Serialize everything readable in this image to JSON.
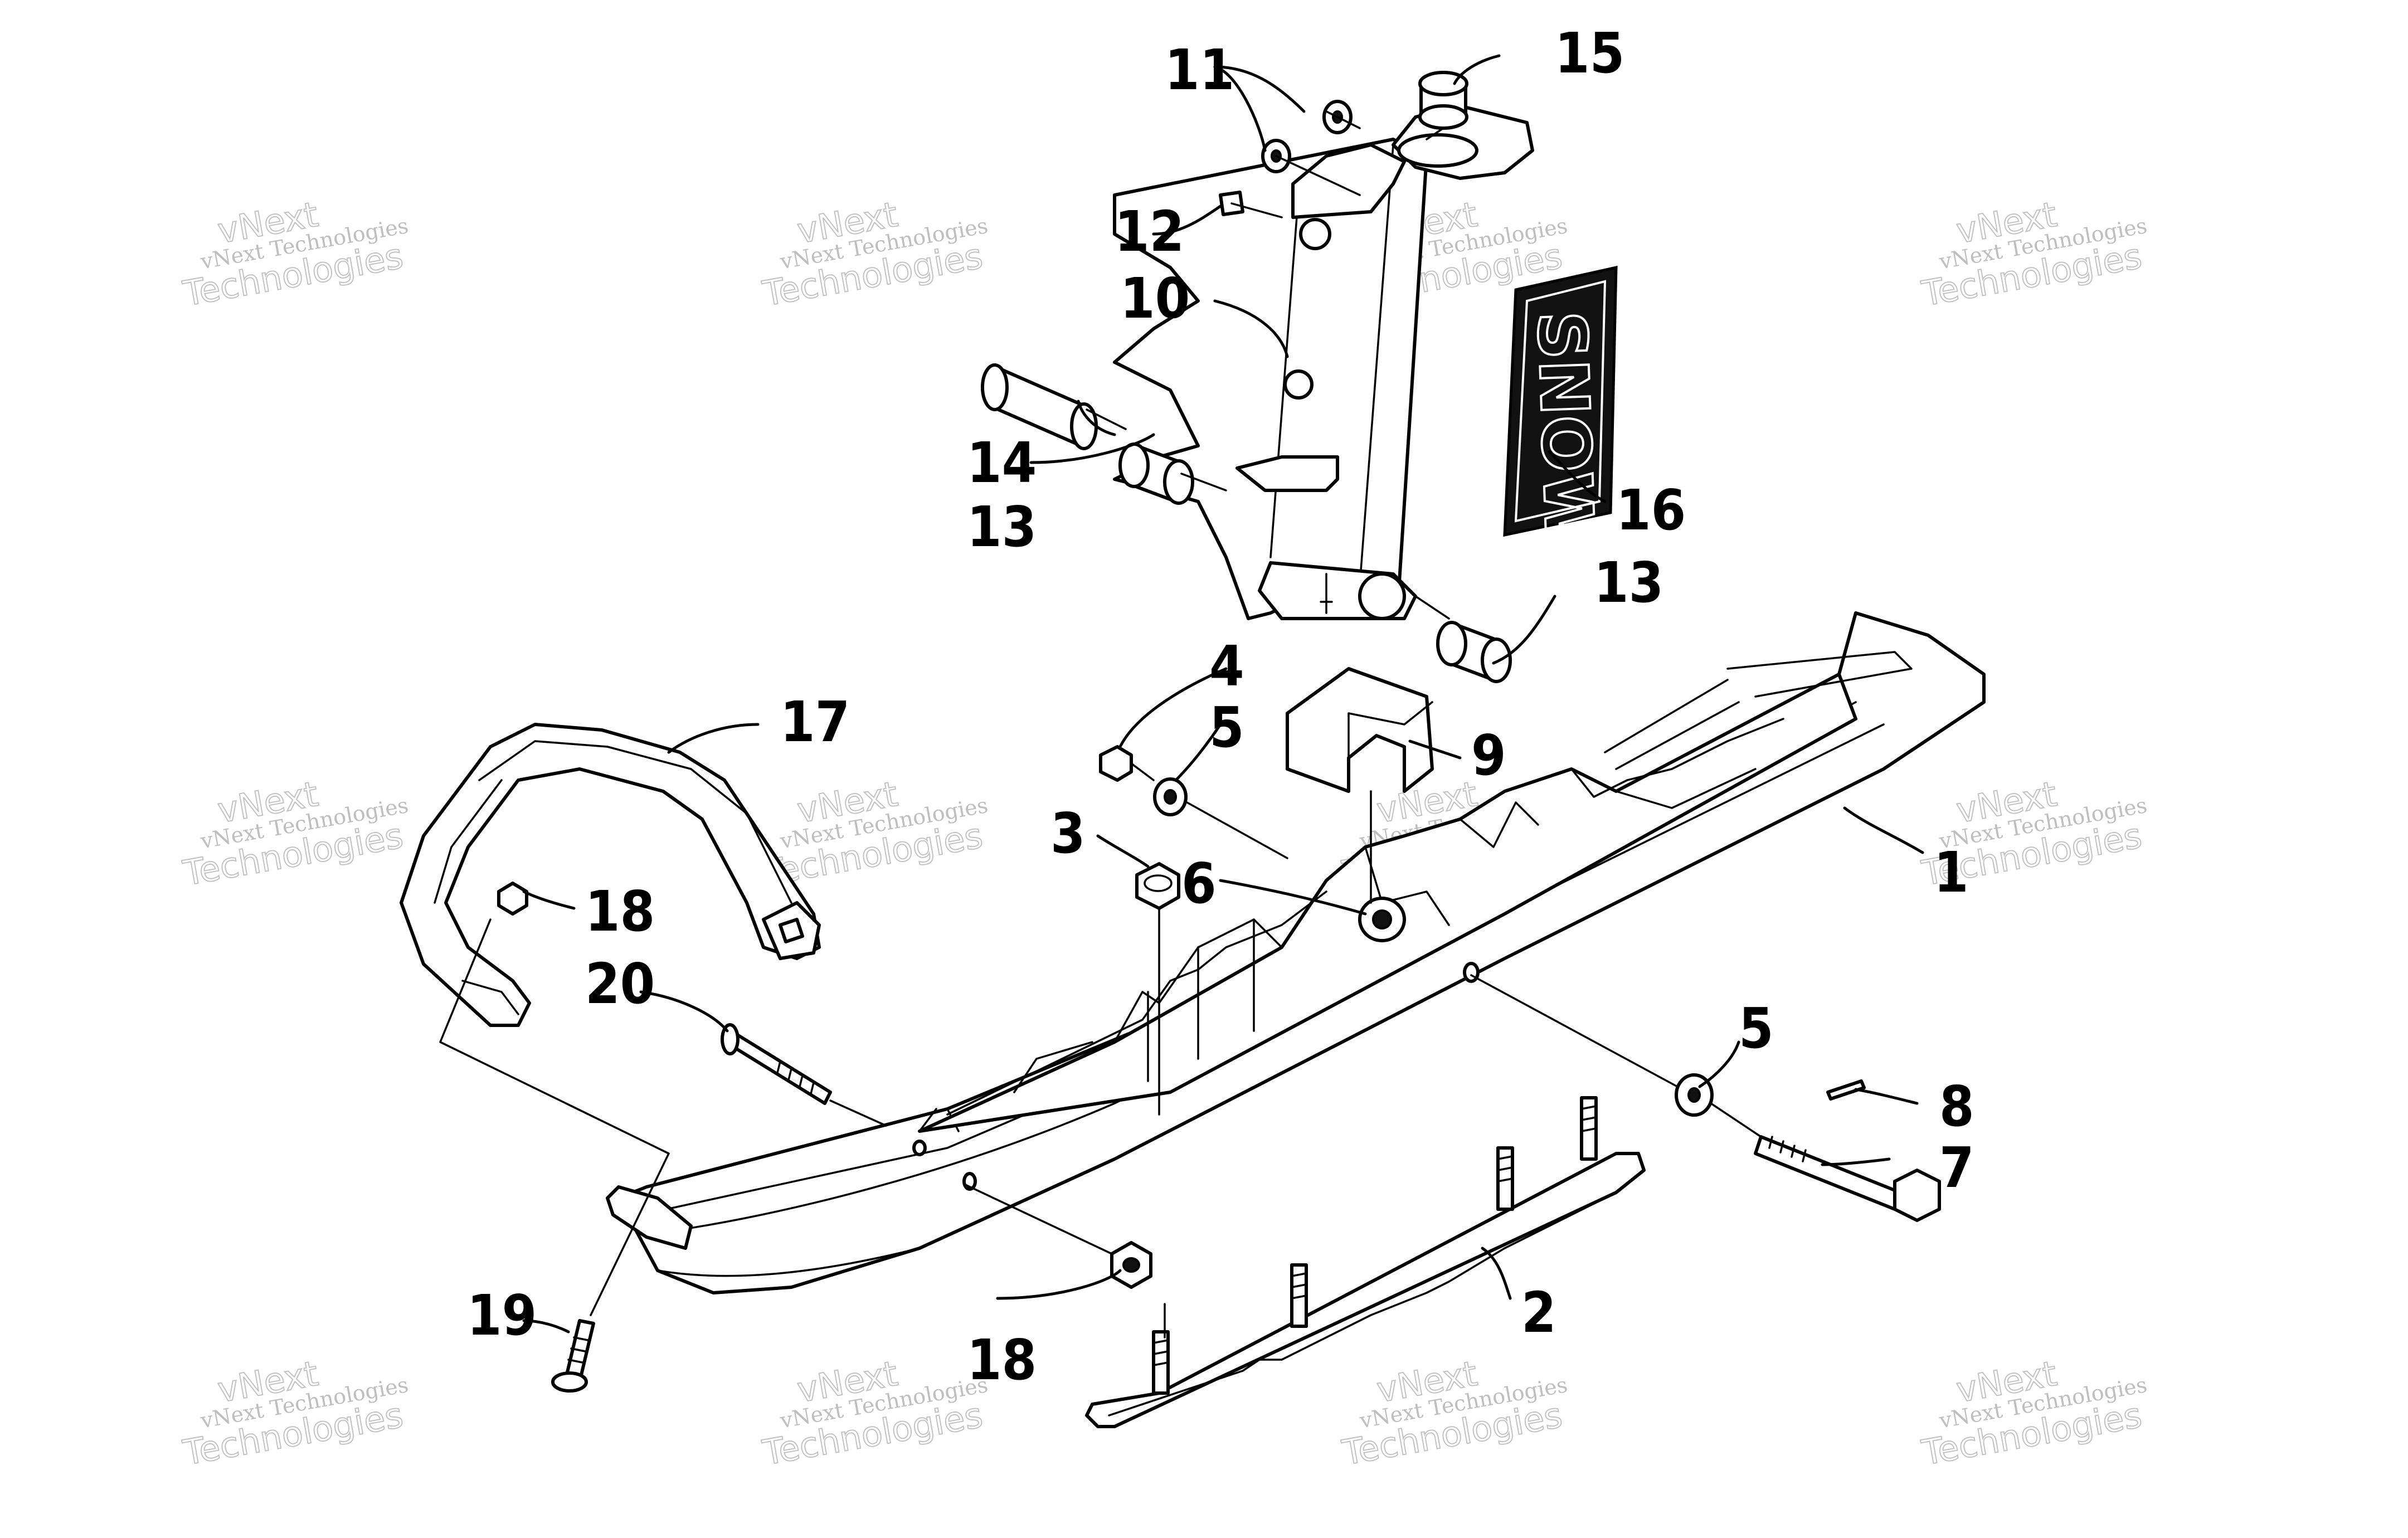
{
  "callouts": [
    "1",
    "2",
    "3",
    "4",
    "5",
    "5",
    "6",
    "7",
    "8",
    "9",
    "10",
    "11",
    "12",
    "13",
    "13",
    "14",
    "15",
    "16",
    "17",
    "18",
    "18",
    "19",
    "20"
  ],
  "decal_text": "SNOW",
  "watermark": {
    "line1": "vNext",
    "line2": "vNext Technologies",
    "line3": "Technologies"
  }
}
